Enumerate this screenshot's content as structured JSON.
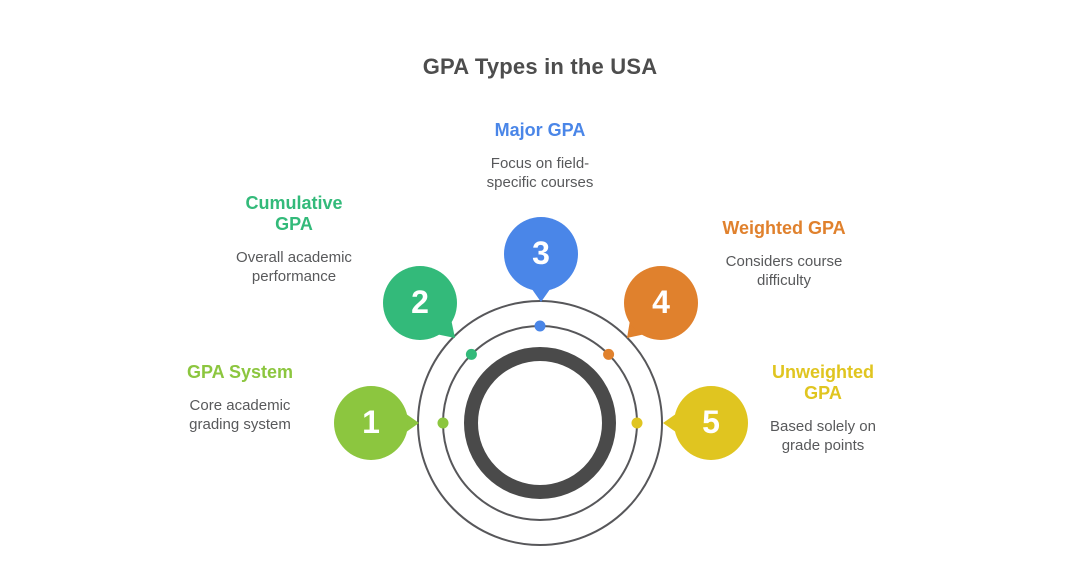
{
  "title": "GPA Types in the USA",
  "colors": {
    "title_text": "#4d4d4d",
    "body_text": "#58595b",
    "center_ring": "#4a4a4a",
    "orbit_stroke": "#57575a"
  },
  "items": [
    {
      "number": "1",
      "title_lines": [
        "GPA System",
        ""
      ],
      "desc_lines": [
        "Core academic",
        "grading system"
      ],
      "color": "#8cc63f"
    },
    {
      "number": "2",
      "title_lines": [
        "Cumulative",
        "GPA"
      ],
      "desc_lines": [
        "Overall academic",
        "performance"
      ],
      "color": "#33ba7a"
    },
    {
      "number": "3",
      "title_lines": [
        "Major GPA",
        ""
      ],
      "desc_lines": [
        "Focus on field-",
        "specific courses"
      ],
      "color": "#4a86e8"
    },
    {
      "number": "4",
      "title_lines": [
        "Weighted GPA",
        ""
      ],
      "desc_lines": [
        "Considers course",
        "difficulty"
      ],
      "color": "#e0812d"
    },
    {
      "number": "5",
      "title_lines": [
        "Unweighted",
        "GPA"
      ],
      "desc_lines": [
        "Based solely on",
        "grade points"
      ],
      "color": "#e0c520"
    }
  ]
}
